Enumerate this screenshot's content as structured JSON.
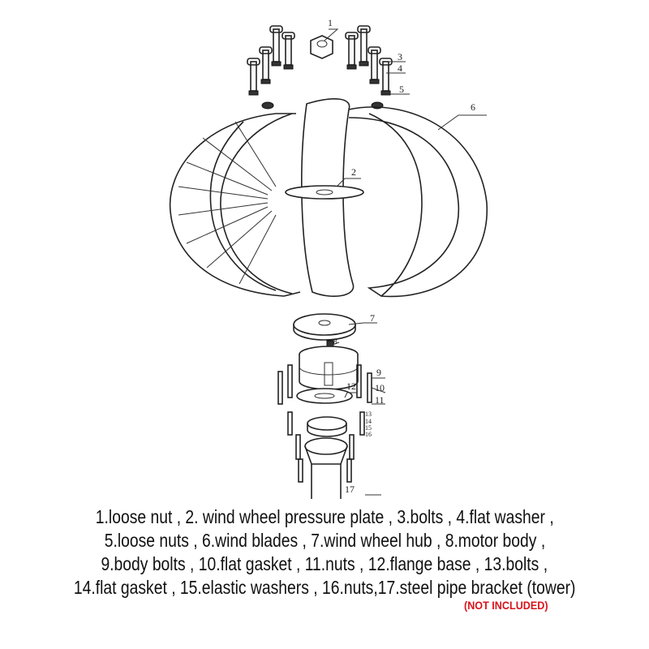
{
  "callouts": [
    "1",
    "2",
    "3",
    "4",
    "5",
    "6",
    "7",
    "8",
    "9",
    "10",
    "11",
    "12",
    "13",
    "14",
    "15",
    "16",
    "17"
  ],
  "legend": {
    "lines": [
      "1.loose nut , 2. wind wheel pressure plate , 3.bolts , 4.flat washer ,",
      "5.loose nuts , 6.wind blades , 7.wind wheel hub , 8.motor body ,",
      "9.body bolts , 10.flat gasket , 11.nuts , 12.flange base , 13.bolts ,",
      "14.flat gasket , 15.elastic washers , 16.nuts,17.steel pipe bracket (tower)"
    ],
    "note": "(NOT INCLUDED)",
    "note_color": "#d8141b"
  }
}
